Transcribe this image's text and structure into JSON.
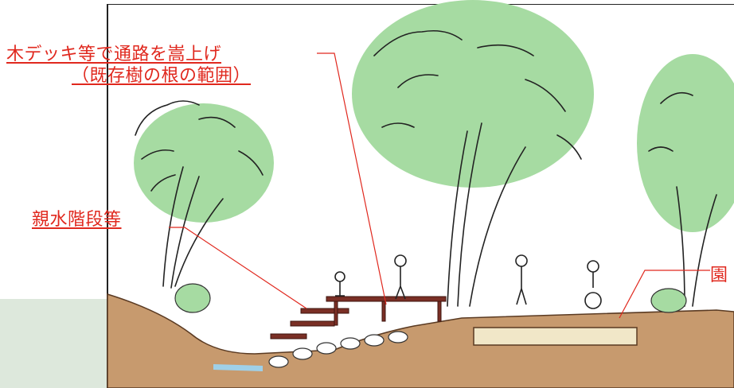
{
  "labels": {
    "raised_path": "木デッキ等で通路を嵩上げ",
    "root_range": "（既存樹の根の範囲）",
    "waterside_steps": "親水階段等",
    "right_partial": "園"
  },
  "colors": {
    "label_red": "#e0281e",
    "canopy_green": "#a6dba2",
    "ground_brown": "#c79a6e",
    "deck_brown": "#7a2f25"
  }
}
